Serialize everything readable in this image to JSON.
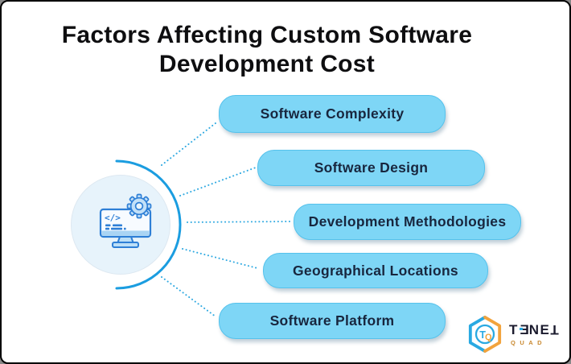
{
  "title": {
    "line1": "Factors Affecting Custom Software",
    "line2": "Development Cost",
    "color": "#0e0e10"
  },
  "factors": [
    {
      "label": "Software Complexity"
    },
    {
      "label": "Software Design"
    },
    {
      "label": "Development Methodologies"
    },
    {
      "label": "Geographical Locations"
    },
    {
      "label": "Software Platform"
    }
  ],
  "pill_style": {
    "fill": "#7ed6f6",
    "text_color": "#18263e"
  },
  "center_graphic": {
    "icon": "computer-code-gear-icon",
    "icon_glyph": "</>",
    "circle_fill": "#e7f3fb",
    "arc_color": "#1b9de0",
    "connector_color": "#2fa9e1",
    "icon_stroke": "#2e7fd6"
  },
  "logo": {
    "name_letters": [
      "T",
      "E",
      "N",
      "E",
      "T"
    ],
    "sub": "QUAD",
    "monogram": {
      "t": "T",
      "q": "Q"
    },
    "colors": {
      "blue": "#29a9e2",
      "orange": "#f2a33c",
      "text": "#1b1b2e",
      "sub_text": "#c9892f"
    }
  }
}
